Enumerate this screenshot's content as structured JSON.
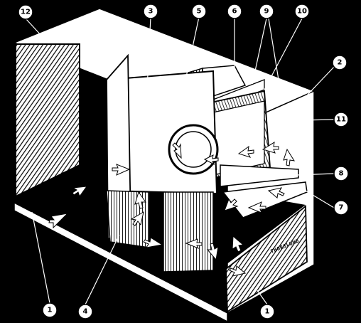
{
  "callouts": [
    {
      "id": "c12",
      "label": "12"
    },
    {
      "id": "c3",
      "label": "3"
    },
    {
      "id": "c5",
      "label": "5"
    },
    {
      "id": "c6",
      "label": "6"
    },
    {
      "id": "c9",
      "label": "9"
    },
    {
      "id": "c10",
      "label": "10"
    },
    {
      "id": "c2",
      "label": "2"
    },
    {
      "id": "c11",
      "label": "11"
    },
    {
      "id": "c8",
      "label": "8"
    },
    {
      "id": "c7",
      "label": "7"
    },
    {
      "id": "c1a",
      "label": "1"
    },
    {
      "id": "c4",
      "label": "4"
    },
    {
      "id": "c1b",
      "label": "1"
    }
  ],
  "signature": "THORSLUND",
  "colors": {
    "background": "#000000",
    "ink": "#000000",
    "paper": "#ffffff"
  }
}
